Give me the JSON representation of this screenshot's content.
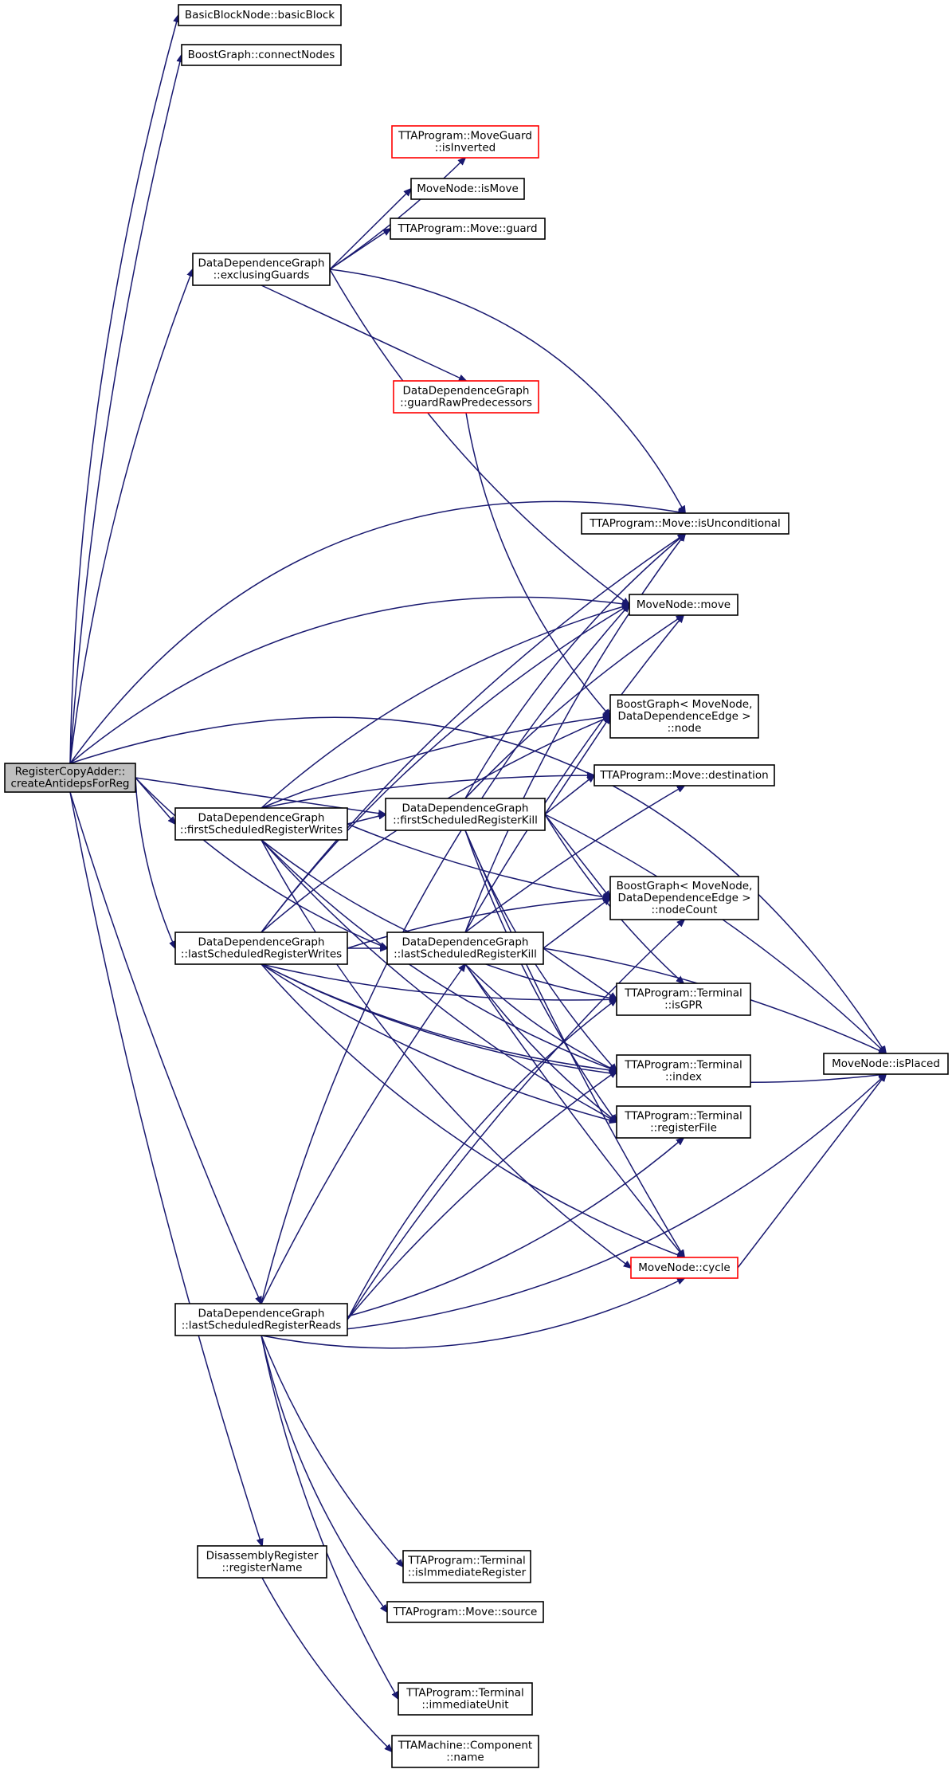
{
  "colors": {
    "edge": "#191970",
    "node_border": "#000000",
    "node_border_truncated": "#ff0000",
    "root_fill": "#bfbfbf",
    "node_fill": "#ffffff"
  },
  "nodes": [
    {
      "id": "root",
      "lines": [
        "RegisterCopyAdder::",
        "createAntidepsForReg"
      ],
      "style": "root"
    },
    {
      "id": "bbn",
      "lines": [
        "BasicBlockNode::basicBlock"
      ],
      "style": "normal"
    },
    {
      "id": "bgcn",
      "lines": [
        "BoostGraph::connectNodes"
      ],
      "style": "normal"
    },
    {
      "id": "mginv",
      "lines": [
        "TTAProgram::MoveGuard",
        "::isInverted"
      ],
      "style": "truncated"
    },
    {
      "id": "mnismove",
      "lines": [
        "MoveNode::isMove"
      ],
      "style": "normal"
    },
    {
      "id": "mguard",
      "lines": [
        "TTAProgram::Move::guard"
      ],
      "style": "normal"
    },
    {
      "id": "exg",
      "lines": [
        "DataDependenceGraph",
        "::exclusingGuards"
      ],
      "style": "normal"
    },
    {
      "id": "grp",
      "lines": [
        "DataDependenceGraph",
        "::guardRawPredecessors"
      ],
      "style": "truncated"
    },
    {
      "id": "uncond",
      "lines": [
        "TTAProgram::Move::isUnconditional"
      ],
      "style": "normal"
    },
    {
      "id": "mnmove",
      "lines": [
        "MoveNode::move"
      ],
      "style": "normal"
    },
    {
      "id": "bgnode",
      "lines": [
        "BoostGraph< MoveNode,",
        "DataDependenceEdge >",
        "::node"
      ],
      "style": "normal"
    },
    {
      "id": "dest",
      "lines": [
        "TTAProgram::Move::destination"
      ],
      "style": "normal"
    },
    {
      "id": "fsrw",
      "lines": [
        "DataDependenceGraph",
        "::firstScheduledRegisterWrites"
      ],
      "style": "normal"
    },
    {
      "id": "fsrk",
      "lines": [
        "DataDependenceGraph",
        "::firstScheduledRegisterKill"
      ],
      "style": "normal"
    },
    {
      "id": "bgcount",
      "lines": [
        "BoostGraph< MoveNode,",
        "DataDependenceEdge >",
        "::nodeCount"
      ],
      "style": "normal"
    },
    {
      "id": "lsrw",
      "lines": [
        "DataDependenceGraph",
        "::lastScheduledRegisterWrites"
      ],
      "style": "normal"
    },
    {
      "id": "lsrk",
      "lines": [
        "DataDependenceGraph",
        "::lastScheduledRegisterKill"
      ],
      "style": "normal"
    },
    {
      "id": "isgpr",
      "lines": [
        "TTAProgram::Terminal",
        "::isGPR"
      ],
      "style": "normal"
    },
    {
      "id": "placed",
      "lines": [
        "MoveNode::isPlaced"
      ],
      "style": "normal"
    },
    {
      "id": "tindex",
      "lines": [
        "TTAProgram::Terminal",
        "::index"
      ],
      "style": "normal"
    },
    {
      "id": "regfile",
      "lines": [
        "TTAProgram::Terminal",
        "::registerFile"
      ],
      "style": "normal"
    },
    {
      "id": "cycle",
      "lines": [
        "MoveNode::cycle"
      ],
      "style": "truncated"
    },
    {
      "id": "lsrr",
      "lines": [
        "DataDependenceGraph",
        "::lastScheduledRegisterReads"
      ],
      "style": "normal"
    },
    {
      "id": "disreg",
      "lines": [
        "DisassemblyRegister",
        "::registerName"
      ],
      "style": "normal"
    },
    {
      "id": "isimm",
      "lines": [
        "TTAProgram::Terminal",
        "::isImmediateRegister"
      ],
      "style": "normal"
    },
    {
      "id": "msrc",
      "lines": [
        "TTAProgram::Move::source"
      ],
      "style": "normal"
    },
    {
      "id": "immu",
      "lines": [
        "TTAProgram::Terminal",
        "::immediateUnit"
      ],
      "style": "normal"
    },
    {
      "id": "compname",
      "lines": [
        "TTAMachine::Component",
        "::name"
      ],
      "style": "normal"
    }
  ]
}
